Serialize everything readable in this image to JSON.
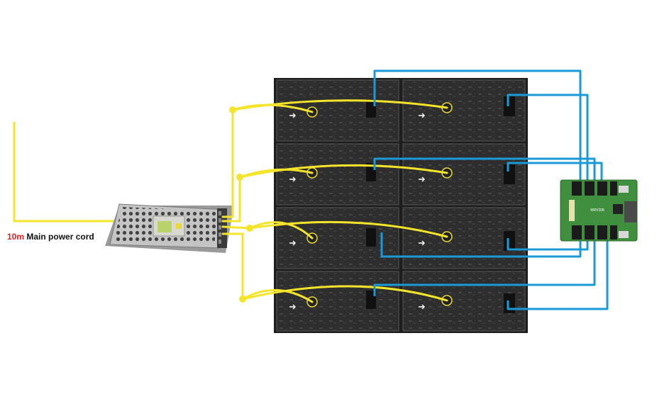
{
  "diagram": {
    "power_cord": {
      "length": "10m",
      "label": "Main power cord"
    },
    "receiving_card": {
      "model_text": "MRV208"
    },
    "modules": {
      "rows": 4,
      "columns": 2
    },
    "colors": {
      "power_wire": "#f5e52a",
      "signal_cable": "#1a9ad6",
      "module_body": "#2b2b2b",
      "psu_body": "#b8b8b8",
      "card_pcb": "#3f8f3f",
      "label_accent": "#e02020"
    }
  }
}
